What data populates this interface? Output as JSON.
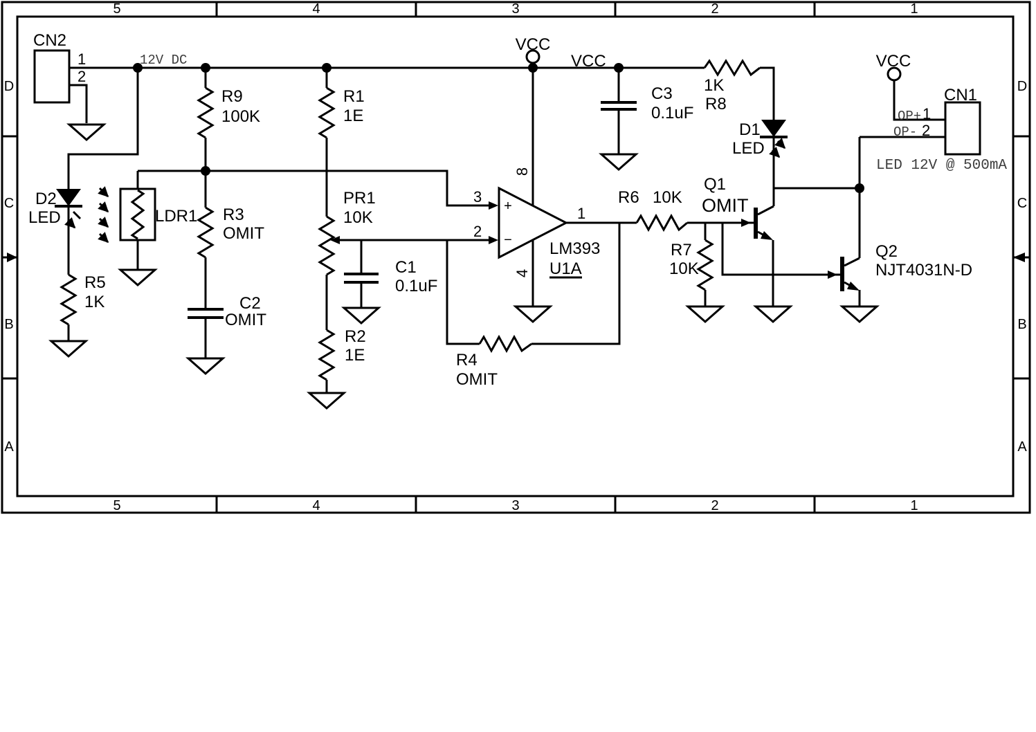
{
  "colors": {
    "ink": "#000000",
    "bg": "#ffffff",
    "mono_ink": "#3d3d3d"
  },
  "frame": {
    "columns": [
      "5",
      "4",
      "3",
      "2",
      "1"
    ],
    "rows": [
      "D",
      "C",
      "B",
      "A"
    ]
  },
  "power": {
    "vcc_main": "VCC",
    "vcc_ic": "VCC",
    "vcc_out": "VCC",
    "rail_note": "12V DC"
  },
  "parts": {
    "cn2": {
      "ref": "CN2",
      "pin1": "1",
      "pin2": "2"
    },
    "r9": {
      "ref": "R9",
      "value": "100K"
    },
    "r1": {
      "ref": "R1",
      "value": "1E"
    },
    "d2": {
      "ref": "D2",
      "value": "LED"
    },
    "ldr1": {
      "ref": "LDR1"
    },
    "r3": {
      "ref": "R3",
      "value": "OMIT"
    },
    "r5": {
      "ref": "R5",
      "value": "1K"
    },
    "c2": {
      "ref": "C2",
      "value": "OMIT"
    },
    "pr1": {
      "ref": "PR1",
      "value": "10K"
    },
    "c1": {
      "ref": "C1",
      "value": "0.1uF"
    },
    "r2": {
      "ref": "R2",
      "value": "1E"
    },
    "r4": {
      "ref": "R4",
      "value": "OMIT"
    },
    "c3": {
      "ref": "C3",
      "value": "0.1uF"
    },
    "r8": {
      "ref": "R8",
      "value": "1K"
    },
    "d1": {
      "ref": "D1",
      "value": "LED"
    },
    "r6": {
      "ref": "R6",
      "value": "10K"
    },
    "r7": {
      "ref": "R7",
      "value": "10K"
    },
    "q1": {
      "ref": "Q1",
      "value": "OMIT"
    },
    "q2": {
      "ref": "Q2",
      "value": "NJT4031N-D"
    },
    "u1": {
      "part": "LM393",
      "ref": "U1A",
      "pin_noninv": "3",
      "pin_inv": "2",
      "pin_out": "1",
      "pin_vcc": "8",
      "pin_gnd": "4",
      "plus": "+",
      "minus": "−"
    },
    "cn1": {
      "ref": "CN1",
      "pin1_name": "OP+",
      "pin1": "1",
      "pin2_name": "OP-",
      "pin2": "2",
      "note": "LED 12V @ 500mA"
    }
  }
}
